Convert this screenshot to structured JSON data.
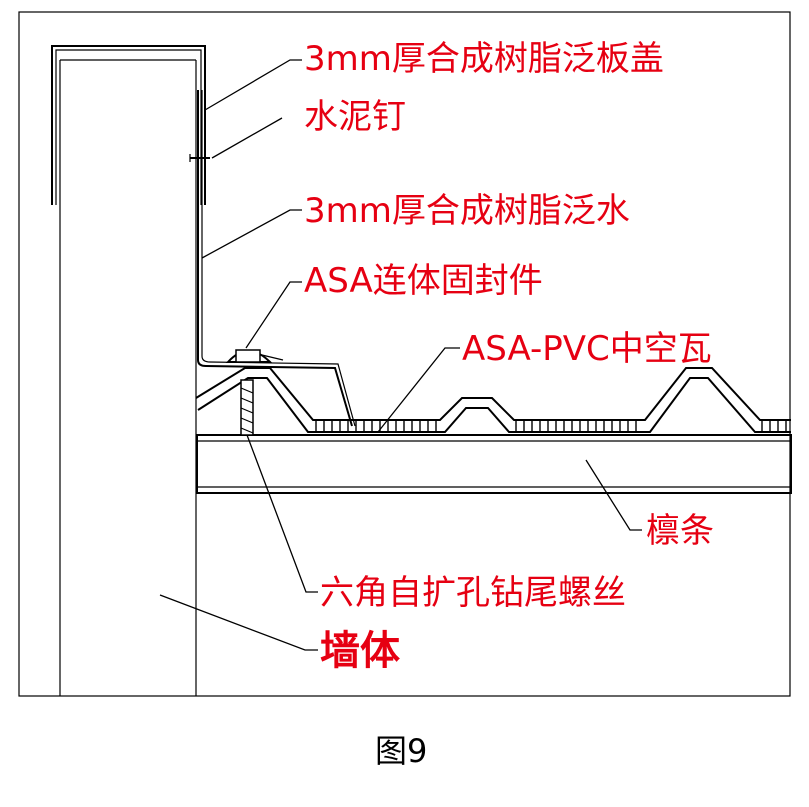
{
  "labels": {
    "flashing_cover": "3mm厚合成树脂泛板盖",
    "cement_nail": "水泥钉",
    "flashing": "3mm厚合成树脂泛水",
    "seal_part": "ASA连体固封件",
    "roof_tile": "ASA-PVC中空瓦",
    "purlin": "檩条",
    "screw": "六角自扩孔钻尾螺丝",
    "wall": "墙体"
  },
  "caption": "图9",
  "colors": {
    "label": "#e60012",
    "line": "#000000"
  }
}
